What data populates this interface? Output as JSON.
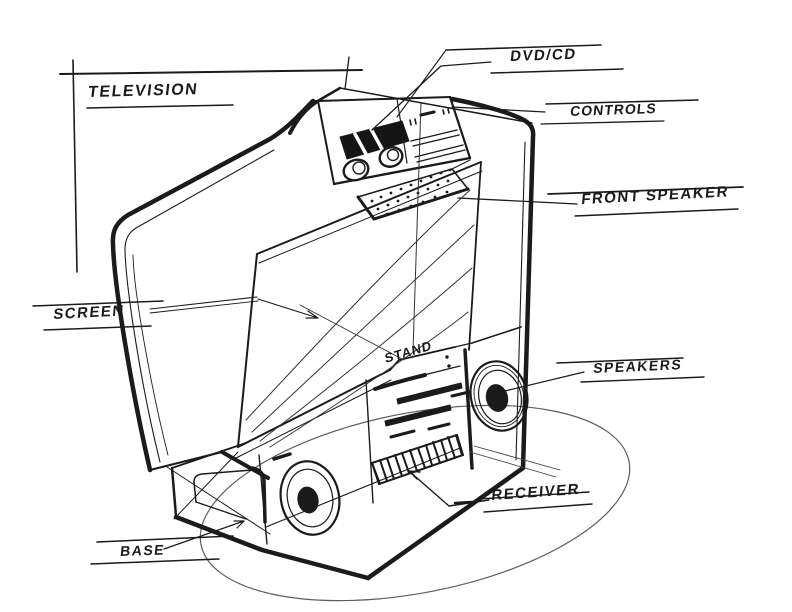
{
  "sketch": {
    "subject": "television concept sketch",
    "ink_color": "#1b1b1b",
    "paper_color": "#ffffff"
  },
  "labels": {
    "television": "TELEVISION",
    "dvd_cd": "DVD/CD",
    "controls": "CONTROLS",
    "front_speaker": "FRONT SPEAKER",
    "screen": "SCREEN",
    "stand": "STAND",
    "speakers": "SPEAKERS",
    "receiver": "RECEIVER",
    "base": "BASE"
  }
}
